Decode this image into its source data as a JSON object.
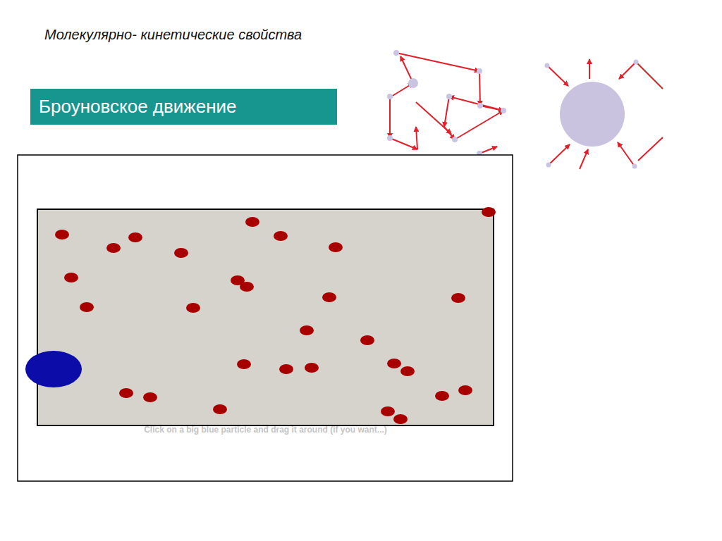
{
  "diagram": {
    "title": "Молекулярно- кинетические свойства",
    "nodes": [
      {
        "text": [
          "Броуновское движение"
        ]
      }
    ],
    "labels": [
      "Click on a big blue particle and drag it around (if you want...)"
    ]
  }
}
